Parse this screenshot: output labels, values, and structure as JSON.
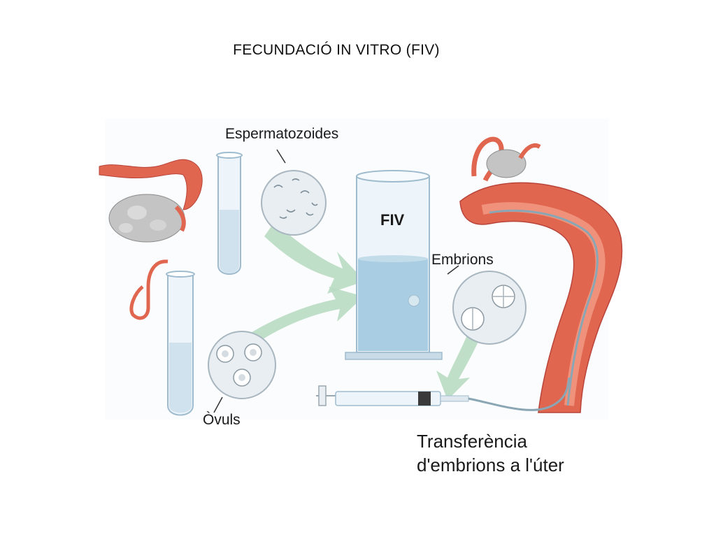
{
  "title": "FECUNDACIÓ IN VITRO (FIV)",
  "labels": {
    "sperm": "Espermatozoides",
    "fiv": "FIV",
    "embryos": "Embrions",
    "ovules": "Òvuls",
    "transfer_line1": "Transferència",
    "transfer_line2": "d'embrions a l'úter"
  },
  "colors": {
    "tissue": "#e0664f",
    "tissue_light": "#f29a83",
    "glass": "#cfe2ee",
    "liquid": "#a9cde3",
    "arrow": "#b9dcc3",
    "ovary": "#bfbfbf"
  }
}
